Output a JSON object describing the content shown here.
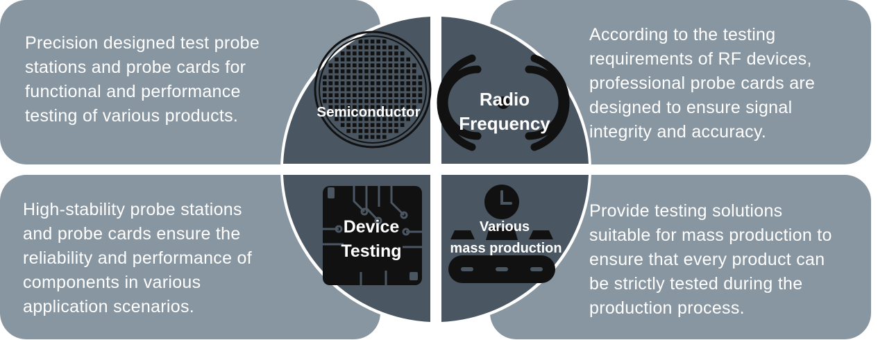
{
  "colors": {
    "card": "#8896a1",
    "quadrant": "#4a5661",
    "text": "#ffffff",
    "icon": "#111111"
  },
  "cards": {
    "top_left": "Precision designed test probe\nstations and probe cards for\nfunctional and performance\ntesting of various products.",
    "top_right": "According to the testing\nrequirements of RF devices,\nprofessional probe cards are\ndesigned to ensure signal\nintegrity and accuracy.",
    "bottom_left": "High-stability probe stations\nand probe cards ensure the\nreliability and performance of\ncomponents in various\napplication scenarios.",
    "bottom_right": "Provide testing solutions\nsuitable for mass production to\nensure that every product can\nbe strictly tested during the\nproduction process."
  },
  "quadrants": {
    "semiconductor": {
      "label": "Semiconductor",
      "icon": "wafer-icon"
    },
    "radio_frequency": {
      "line1": "Radio",
      "line2": "Frequency",
      "icon": "signal-waves-icon"
    },
    "device_testing": {
      "line1": "Device",
      "line2": "Testing",
      "icon": "circuit-chip-icon"
    },
    "mass_production": {
      "line1": "Various",
      "line2": "mass production",
      "icon": "production-line-icon"
    }
  }
}
